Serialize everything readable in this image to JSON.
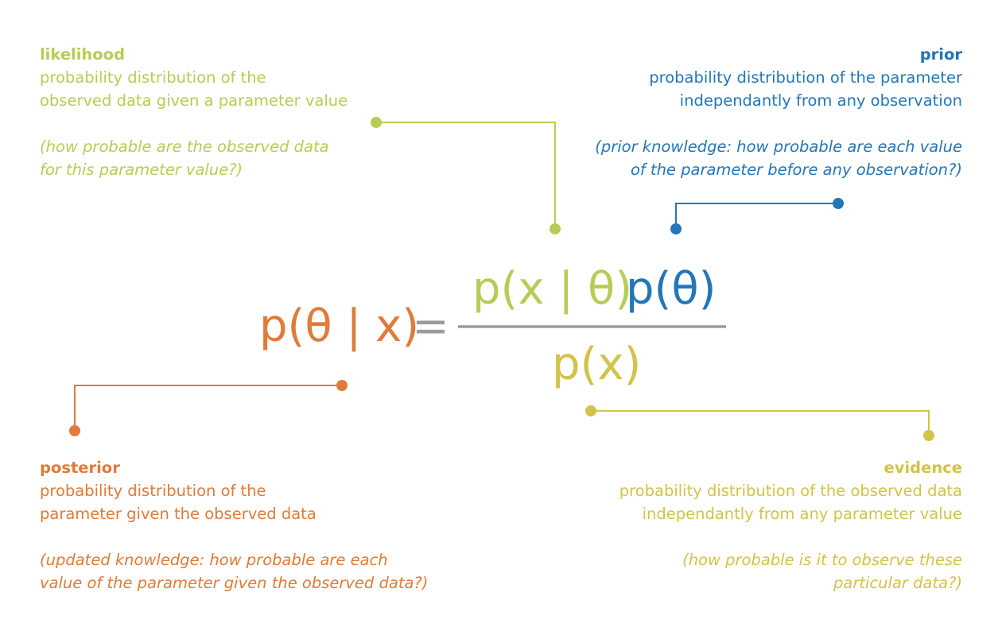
{
  "labels": {
    "likelihood": {
      "title": "likelihood",
      "description": "probability distribution of the\nobserved data given a parameter value",
      "note": "(how probable are the observed data\nfor this parameter value?)"
    },
    "prior": {
      "title": "prior",
      "description": "probability distribution of the parameter\nindependantly from any observation",
      "note": "(prior knowledge: how probable are each value\nof the parameter before any observation?)"
    },
    "posterior": {
      "title": "posterior",
      "description": "probability distribution of the\nparameter given the observed data",
      "note": "(updated knowledge: how probable are each\nvalue of the parameter given the observed  data?)"
    },
    "evidence": {
      "title": "evidence",
      "description": "probability distribution of the observed data\nindependantly from any parameter value",
      "note": "(how probable is it to observe these\nparticular data?)"
    }
  },
  "equation": {
    "posterior": "p(θ | x)",
    "equals": "=",
    "likelihood": "p(x | θ)",
    "prior": "p(θ)",
    "evidence": "p(x)"
  },
  "colors": {
    "likelihood": "#b5cd56",
    "prior": "#2476b8",
    "posterior": "#e07b39",
    "evidence": "#d2c34a",
    "operator": "#9b9b9b"
  }
}
